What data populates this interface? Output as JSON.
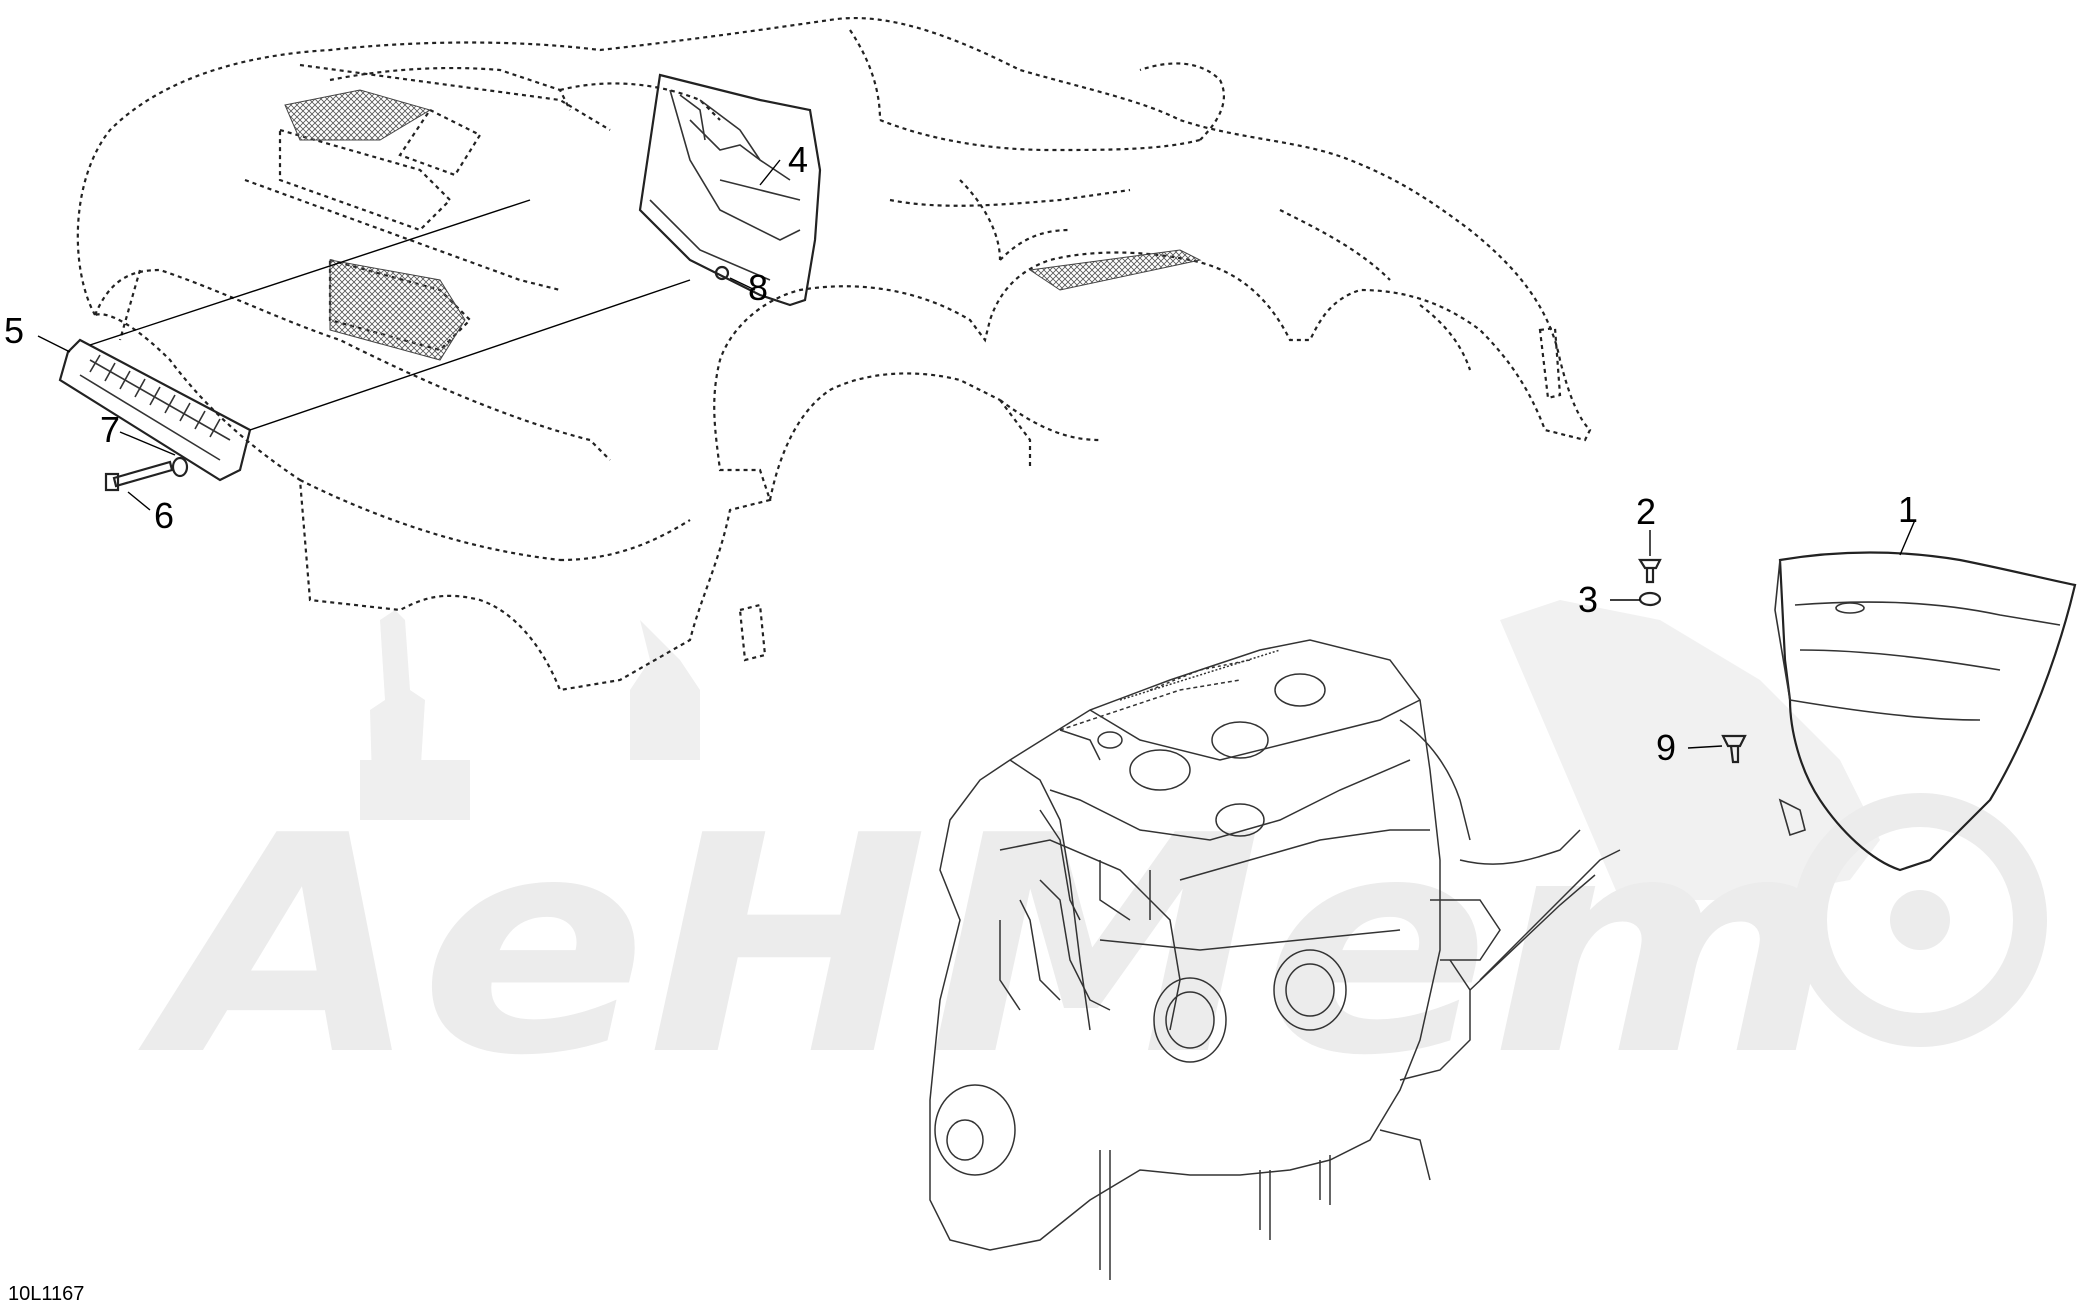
{
  "diagram": {
    "drawing_code": "10L1167",
    "watermark": {
      "text": "AeHMem"
    },
    "callouts": [
      {
        "id": "1",
        "label": "1",
        "part": "air intake silencer"
      },
      {
        "id": "2",
        "label": "2",
        "part": "push rivet"
      },
      {
        "id": "3",
        "label": "3",
        "part": "washer"
      },
      {
        "id": "4",
        "label": "4",
        "part": "air duct housing"
      },
      {
        "id": "5",
        "label": "5",
        "part": "vent grille"
      },
      {
        "id": "6",
        "label": "6",
        "part": "screw"
      },
      {
        "id": "7",
        "label": "7",
        "part": "washer"
      },
      {
        "id": "8",
        "label": "8",
        "part": "nut"
      },
      {
        "id": "9",
        "label": "9",
        "part": "push rivet"
      }
    ]
  }
}
